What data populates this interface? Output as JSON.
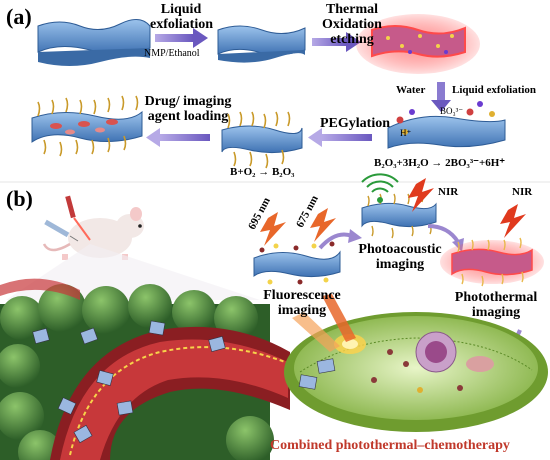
{
  "panels": {
    "a": "(a)",
    "b": "(b)"
  },
  "panel_a": {
    "step1_line1": "Liquid",
    "step1_line2": "exfoliation",
    "step1_solvent": "NMP/Ethanol",
    "step2_line1": "Thermal",
    "step2_line2": "Oxidation",
    "step2_line3": "etching",
    "water_label": "Water",
    "liquid_exfoliation_2": "Liquid exfoliation",
    "ion_borate": "BO₃³⁻",
    "ion_h": "H⁺",
    "equation_hydrolysis": "B₂O₃+3H₂O → 2BO₃³⁻+6H⁺",
    "pegylation": "PEGylation",
    "equation_oxidation": "B+O₂ → B₂O₃",
    "drug_line1": "Drug/ imaging",
    "drug_line2": "agent loading"
  },
  "panel_b": {
    "wavelength_695": "695 nm",
    "wavelength_675": "675 nm",
    "fluorescence_line1": "Fluorescence",
    "fluorescence_line2": "imaging",
    "nir_1": "NIR",
    "nir_2": "NIR",
    "photoacoustic_line1": "Photoacoustic",
    "photoacoustic_line2": "imaging",
    "photothermal_line1": "Photothermal",
    "photothermal_line2": "imaging",
    "therapy_caption": "Combined photothermal–chemotherapy"
  },
  "colors": {
    "sheet_blue": "#5b8fc9",
    "sheet_dark": "#3a6aa5",
    "arrow_purple": "#7b6cc4",
    "tumor_green": "#3f7d3a",
    "vessel_red": "#b3262a",
    "glow_red": "#ff3a3a",
    "nir_red": "#e03a1e",
    "caption_red": "#c0392b"
  }
}
